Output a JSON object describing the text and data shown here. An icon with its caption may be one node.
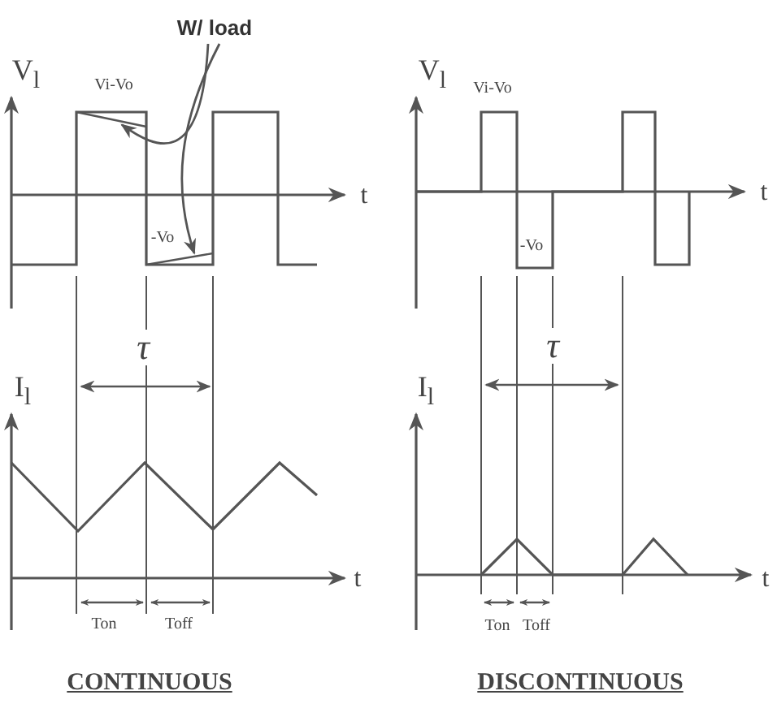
{
  "diagram": {
    "nodes": [
      {
        "text": [
          "W/ load"
        ]
      },
      {
        "text": [],
        "shape": "line"
      },
      {
        "text": [],
        "shape": "line"
      }
    ],
    "edges": [
      {
        "from": 0,
        "to": 1,
        "arrow": "to"
      },
      {
        "from": 0,
        "to": 2,
        "arrow": "to"
      }
    ],
    "labels": [
      "V$_{l}$",
      "Vi-Vo",
      "-Vo",
      "t",
      "τ",
      "I$_{l}$",
      "t",
      "Ton",
      "Toff",
      "CONTINUOUS",
      "V$_{l}$",
      "Vi-Vo",
      "-Vo",
      "t",
      "τ",
      "I$_{l}$",
      "t",
      "Ton",
      "Toff",
      "DISCONTINUOUS"
    ]
  }
}
